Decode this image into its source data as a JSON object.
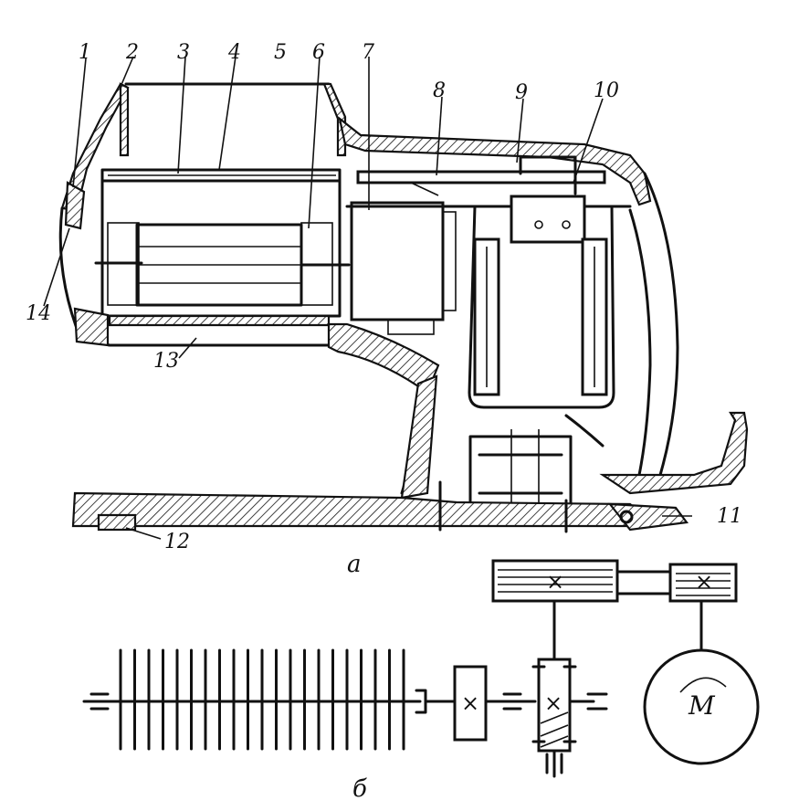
{
  "labels": {
    "l1": "1",
    "l2": "2",
    "l3": "3",
    "l4": "4",
    "l5": "5",
    "l6": "6",
    "l7": "7",
    "l8": "8",
    "l9": "9",
    "l10": "10",
    "l11": "11",
    "l12": "12",
    "l13": "13",
    "l14": "14"
  },
  "captions": {
    "a": "а",
    "b": "б"
  },
  "motor": "M",
  "gear_mark": "×"
}
